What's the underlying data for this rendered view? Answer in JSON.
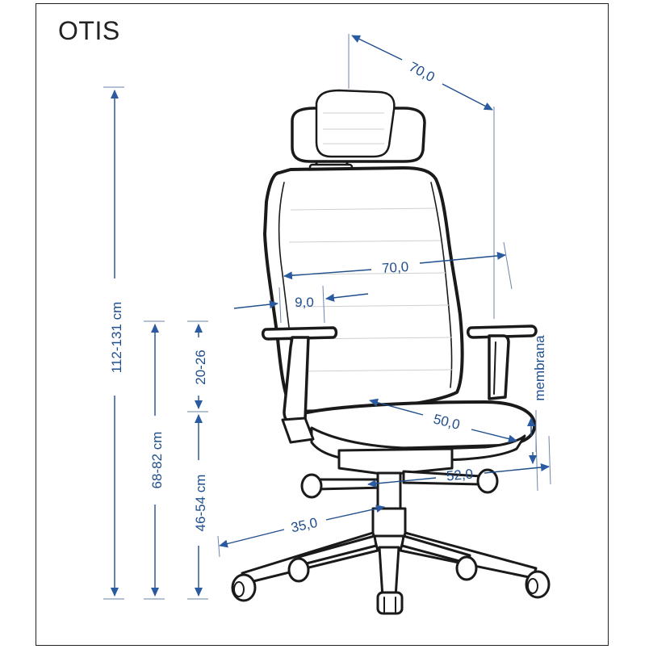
{
  "product": {
    "name": "OTIS"
  },
  "dimensions": {
    "total_height": "112-131 cm",
    "armrest_height": "68-82 cm",
    "armrest_adjust": "20-26",
    "seat_height": "46-54 cm",
    "overall_depth": "70,0",
    "backrest_width": "70,0",
    "armrest_gap": "9,0",
    "seat_depth": "50,0",
    "seat_width": "52,0",
    "base_radius": "35,0",
    "material": "membrana"
  },
  "colors": {
    "dimension": "#1f4e8c",
    "outline": "#1a1a1a"
  }
}
